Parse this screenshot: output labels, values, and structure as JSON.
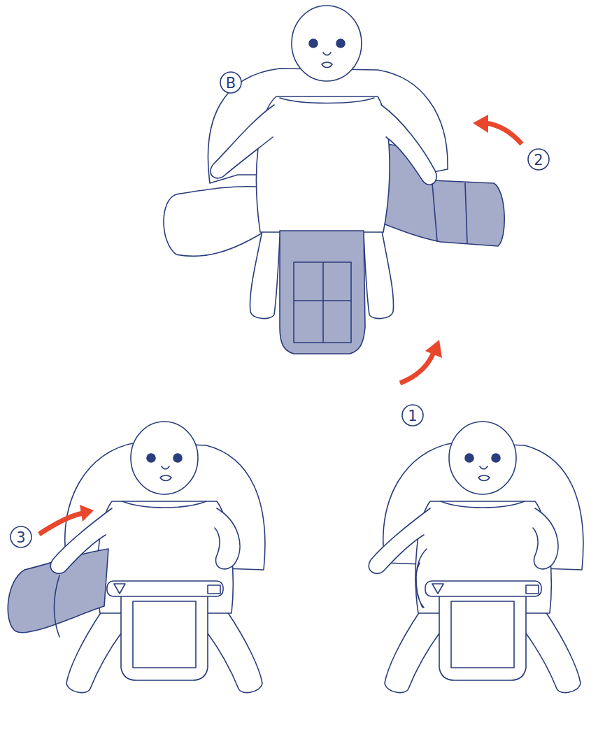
{
  "diagram": {
    "labels": [
      "B",
      "2",
      "1",
      "3"
    ]
  }
}
